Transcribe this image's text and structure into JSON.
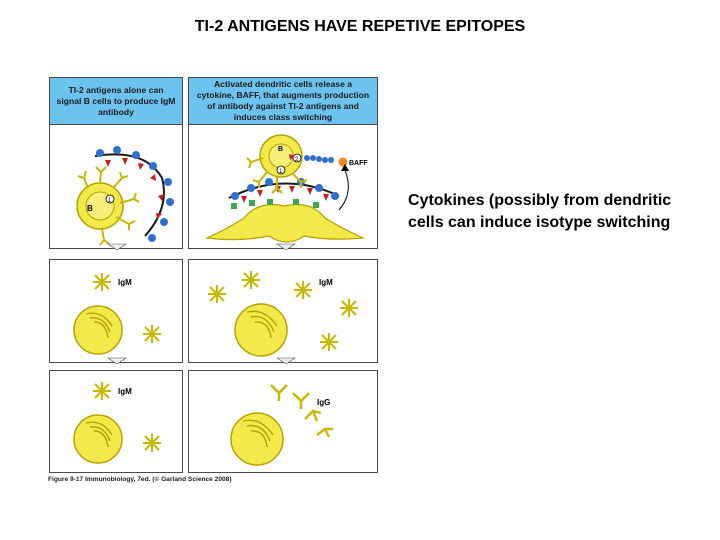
{
  "title": "TI-2 ANTIGENS HAVE REPETIVE EPITOPES",
  "left_header": "TI-2 antigens alone can signal B cells to produce IgM antibody",
  "right_header": "Activated dendritic cells release a cytokine, BAFF, that augments production of antibody against TI-2 antigens and induces class switching",
  "labels": {
    "b_cell": "B",
    "step1": "1",
    "step2": "2",
    "baff": "BAFF",
    "igm": "IgM",
    "igg": "IgG"
  },
  "caption": "Figure 9-17  Immunobiology, 7ed. (© Garland Science 2008)",
  "side_text": "Cytokines (possibly from dendritic cells can induce isotype switching",
  "colors": {
    "header_blue": "#6cc3ef",
    "cell_yellow": "#f3e94a",
    "antigen_blue": "#2f6fd1",
    "antigen_red": "#c81e1e",
    "baff_orange": "#f28a22"
  }
}
